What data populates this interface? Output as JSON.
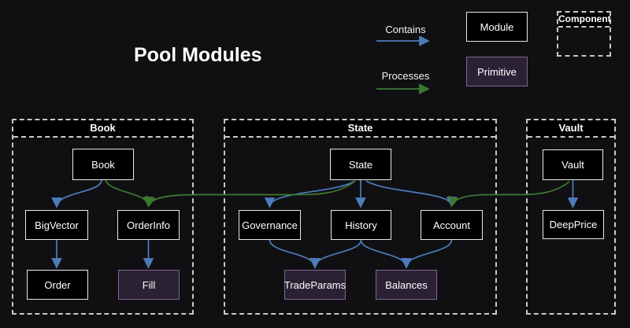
{
  "title": "Pool Modules",
  "legend": {
    "contains": "Contains",
    "processes": "Processes",
    "module": "Module",
    "primitive": "Primitive",
    "component": "Component"
  },
  "colors": {
    "background": "#101013",
    "contains_arrow_blue": "#4d7cba",
    "processes_arrow_green": "#3c7a30",
    "module_fill": "#000000",
    "module_border": "#e9e9e9",
    "primitive_fill": "#2b2134",
    "primitive_border": "#7d6590",
    "container_border": "#c9c9c9",
    "text": "#ffffff"
  },
  "diagram": {
    "containers": [
      {
        "title": "Book",
        "nodes": [
          {
            "id": "book",
            "label": "Book",
            "type": "module"
          },
          {
            "id": "bigvector",
            "label": "BigVector",
            "type": "module"
          },
          {
            "id": "orderinfo",
            "label": "OrderInfo",
            "type": "module"
          },
          {
            "id": "order",
            "label": "Order",
            "type": "module"
          },
          {
            "id": "fill",
            "label": "Fill",
            "type": "primitive"
          }
        ]
      },
      {
        "title": "State",
        "nodes": [
          {
            "id": "state",
            "label": "State",
            "type": "module"
          },
          {
            "id": "governance",
            "label": "Governance",
            "type": "module"
          },
          {
            "id": "history",
            "label": "History",
            "type": "module"
          },
          {
            "id": "account",
            "label": "Account",
            "type": "module"
          },
          {
            "id": "tradeparams",
            "label": "TradeParams",
            "type": "primitive"
          },
          {
            "id": "balances",
            "label": "Balances",
            "type": "primitive"
          }
        ]
      },
      {
        "title": "Vault",
        "nodes": [
          {
            "id": "vault",
            "label": "Vault",
            "type": "module"
          },
          {
            "id": "deepprice",
            "label": "DeepPrice",
            "type": "module"
          }
        ]
      }
    ],
    "edges": [
      {
        "from": "Book",
        "to": "BigVector",
        "type": "contains"
      },
      {
        "from": "BigVector",
        "to": "Order",
        "type": "contains"
      },
      {
        "from": "OrderInfo",
        "to": "Fill",
        "type": "contains"
      },
      {
        "from": "State",
        "to": "Governance",
        "type": "contains"
      },
      {
        "from": "State",
        "to": "History",
        "type": "contains"
      },
      {
        "from": "State",
        "to": "Account",
        "type": "contains"
      },
      {
        "from": "Governance",
        "to": "TradeParams",
        "type": "contains"
      },
      {
        "from": "History",
        "to": "TradeParams",
        "type": "contains"
      },
      {
        "from": "History",
        "to": "Balances",
        "type": "contains"
      },
      {
        "from": "Account",
        "to": "Balances",
        "type": "contains"
      },
      {
        "from": "Vault",
        "to": "DeepPrice",
        "type": "contains"
      },
      {
        "from": "Book",
        "to": "OrderInfo",
        "type": "processes"
      },
      {
        "from": "State",
        "to": "OrderInfo",
        "type": "processes"
      },
      {
        "from": "Vault",
        "to": "Account",
        "type": "processes"
      }
    ]
  }
}
